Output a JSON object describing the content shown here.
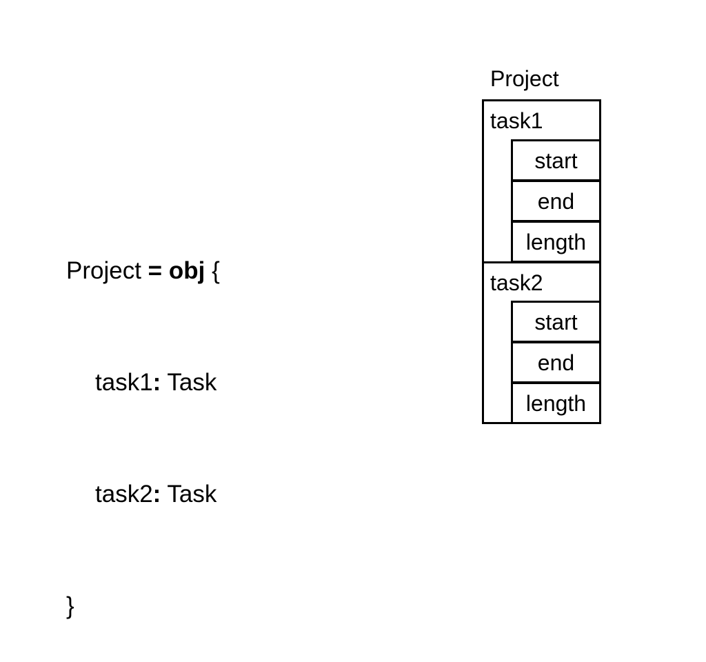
{
  "code": {
    "line1": {
      "name": "Project",
      "eq": "=",
      "kw": "obj",
      "brace": "{"
    },
    "line2": {
      "field": "task1",
      "colon": ":",
      "type": "Task"
    },
    "line3": {
      "field": "task2",
      "colon": ":",
      "type": "Task"
    },
    "line4": {
      "brace": "}"
    }
  },
  "diagram": {
    "title": "Project",
    "tasks": [
      {
        "label": "task1",
        "fields": [
          "start",
          "end",
          "length"
        ]
      },
      {
        "label": "task2",
        "fields": [
          "start",
          "end",
          "length"
        ]
      }
    ]
  }
}
